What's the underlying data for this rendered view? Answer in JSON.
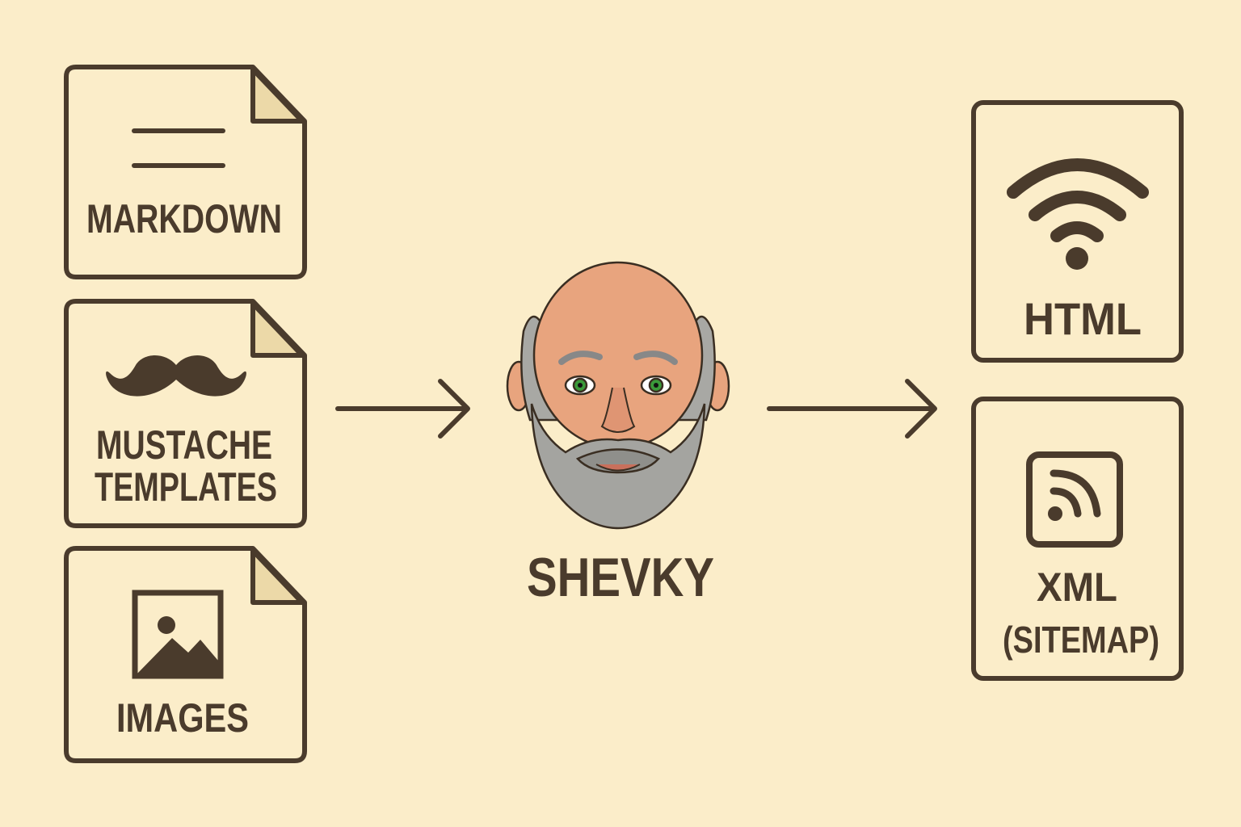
{
  "colors": {
    "background": "#fbedc9",
    "ink": "#4a3b2c",
    "fold": "#ecd9a8",
    "skin": "#e8a47e",
    "beard": "#9a9a96",
    "eyes": "#3a9a3a"
  },
  "inputs": [
    {
      "label": "MARKDOWN",
      "icon": "document-lines-icon"
    },
    {
      "label_line1": "MUSTACHE",
      "label_line2": "TEMPLATES",
      "icon": "mustache-icon"
    },
    {
      "label": "IMAGES",
      "icon": "image-icon"
    }
  ],
  "center": {
    "label": "SHEVKY",
    "icon": "bearded-man-avatar"
  },
  "outputs": [
    {
      "label": "HTML",
      "icon": "wifi-icon"
    },
    {
      "label_line1": "XML",
      "label_line2": "(SITEMAP)",
      "icon": "rss-icon"
    }
  ]
}
